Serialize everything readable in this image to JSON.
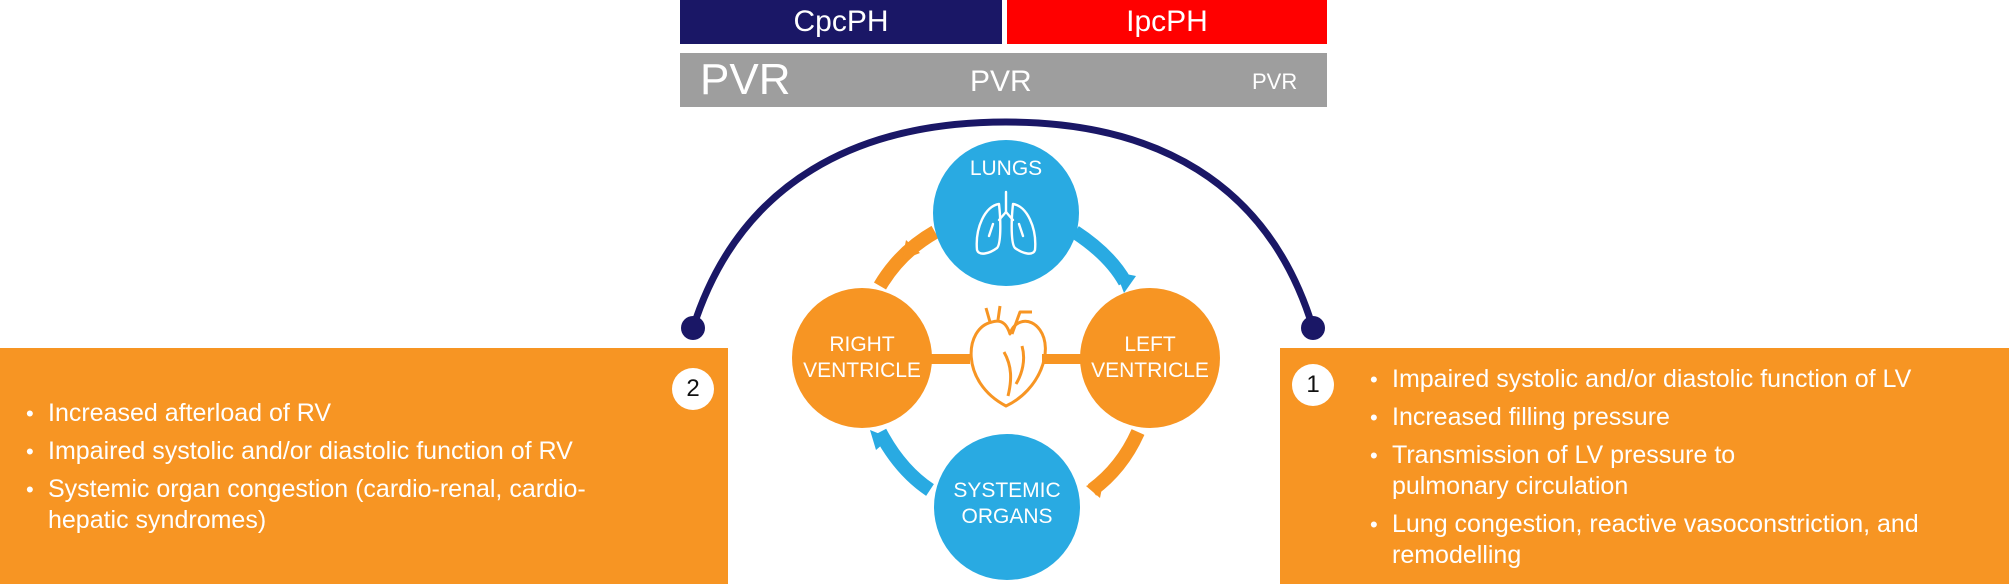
{
  "header": {
    "cpcph_label": "CpcPH",
    "ipcph_label": "IpcPH",
    "pvr_large": "PVR",
    "pvr_medium": "PVR",
    "pvr_small": "PVR"
  },
  "colors": {
    "navy": "#1a1766",
    "red": "#ff0000",
    "gray": "#9e9e9e",
    "orange": "#f79523",
    "blue": "#29aae2"
  },
  "nodes": {
    "lungs": {
      "label": "LUNGS",
      "icon": "lungs-icon"
    },
    "right_ventricle": {
      "line1": "RIGHT",
      "line2": "VENTRICLE"
    },
    "left_ventricle": {
      "line1": "LEFT",
      "line2": "VENTRICLE"
    },
    "systemic_organs": {
      "line1": "SYSTEMIC",
      "line2": "ORGANS"
    },
    "heart": {
      "icon": "heart-icon"
    }
  },
  "left_panel": {
    "badge": "2",
    "items": [
      "Increased afterload of RV",
      "Impaired systolic and/or diastolic function of RV",
      "Systemic organ congestion (cardio-renal, cardio-hepatic syndromes)"
    ]
  },
  "right_panel": {
    "badge": "1",
    "items": [
      "Impaired systolic and/or diastolic function of LV",
      "Increased filling pressure",
      "Transmission of LV pressure to pulmonary circulation",
      "Lung congestion, reactive vasoconstriction, and remodelling"
    ]
  }
}
